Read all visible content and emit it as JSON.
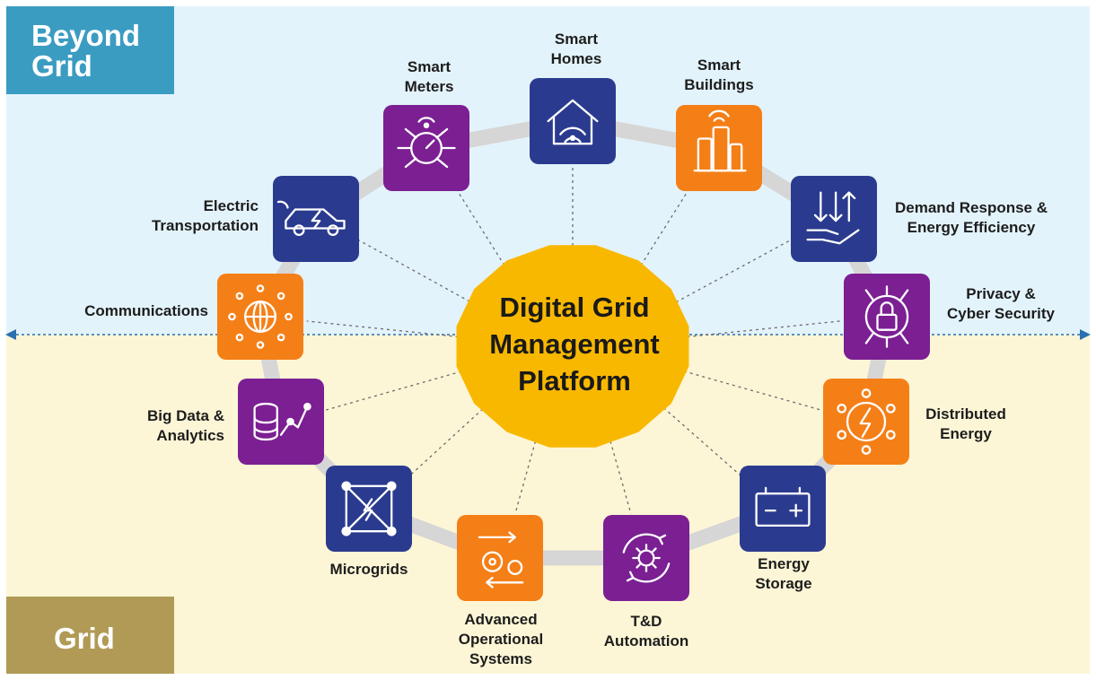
{
  "zones": {
    "top_label": "Beyond\nGrid",
    "bottom_label": "Grid"
  },
  "center": {
    "title": "Digital Grid\nManagement\nPlatform"
  },
  "colors": {
    "blue": "#2a3b8f",
    "purple": "#7b1f93",
    "orange": "#f57f17",
    "hub": "#f9b800",
    "ring": "#d9d9d9"
  },
  "nodes": [
    {
      "id": "smart-homes",
      "label": "Smart\nHomes",
      "icon": "house-wifi-icon",
      "color": "blue"
    },
    {
      "id": "smart-buildings",
      "label": "Smart\nBuildings",
      "icon": "buildings-icon",
      "color": "orange"
    },
    {
      "id": "demand-response",
      "label": "Demand Response &\nEnergy Efficiency",
      "icon": "hand-arrows-icon",
      "color": "blue"
    },
    {
      "id": "privacy-security",
      "label": "Privacy &\nCyber Security",
      "icon": "lock-circuit-icon",
      "color": "purple"
    },
    {
      "id": "distributed-energy",
      "label": "Distributed\nEnergy",
      "icon": "lightning-network-icon",
      "color": "orange"
    },
    {
      "id": "energy-storage",
      "label": "Energy\nStorage",
      "icon": "battery-icon",
      "color": "blue"
    },
    {
      "id": "td-automation",
      "label": "T&D\nAutomation",
      "icon": "gear-cycle-icon",
      "color": "purple"
    },
    {
      "id": "advanced-ops",
      "label": "Advanced\nOperational\nSystems",
      "icon": "gears-arrows-icon",
      "color": "orange"
    },
    {
      "id": "microgrids",
      "label": "Microgrids",
      "icon": "microgrid-icon",
      "color": "blue"
    },
    {
      "id": "big-data",
      "label": "Big Data &\nAnalytics",
      "icon": "database-chart-icon",
      "color": "purple"
    },
    {
      "id": "communications",
      "label": "Communications",
      "icon": "globe-network-icon",
      "color": "orange"
    },
    {
      "id": "electric-transport",
      "label": "Electric\nTransportation",
      "icon": "electric-car-icon",
      "color": "blue"
    },
    {
      "id": "smart-meters",
      "label": "Smart\nMeters",
      "icon": "meter-icon",
      "color": "purple"
    }
  ]
}
